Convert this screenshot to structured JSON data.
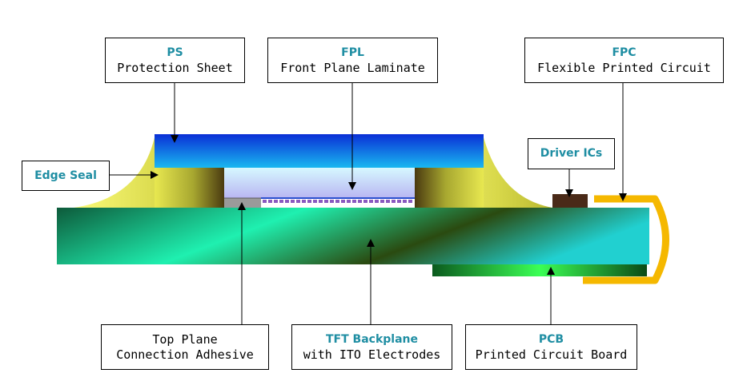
{
  "labels": {
    "ps": {
      "abbr": "PS",
      "desc": "Protection Sheet"
    },
    "fpl": {
      "abbr": "FPL",
      "desc": "Front Plane Laminate"
    },
    "fpc": {
      "abbr": "FPC",
      "desc": "Flexible Printed Circuit"
    },
    "edge_seal": {
      "abbr": "Edge Seal"
    },
    "driver_ics": {
      "abbr": "Driver ICs"
    },
    "adhesive": {
      "desc_line1": "Top Plane",
      "desc_line2": "Connection Adhesive"
    },
    "tft": {
      "abbr": "TFT Backplane",
      "desc": "with ITO Electrodes"
    },
    "pcb": {
      "abbr": "PCB",
      "desc": "Printed Circuit Board"
    }
  },
  "colors": {
    "accent_text": "#1f8ea3",
    "protection_sheet": "#1a4fd8",
    "edge_seal": "#e6e64a",
    "backplane": "#1fd0a0",
    "pcb": "#2fbf40",
    "fpc": "#f5b800",
    "driver_ic": "#4a2a18"
  }
}
